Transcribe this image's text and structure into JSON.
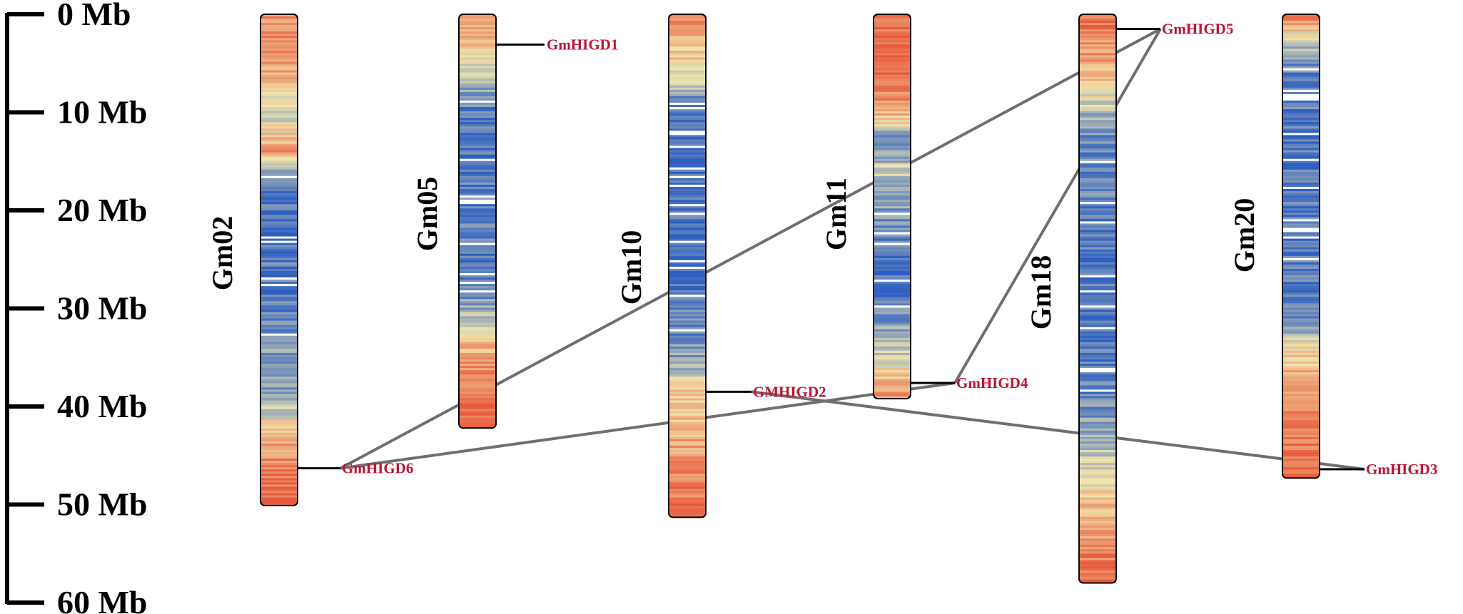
{
  "scale": {
    "max_mb": 60,
    "unit": "Mb",
    "ticks": [
      {
        "value": 0,
        "label": "0 Mb"
      },
      {
        "value": 10,
        "label": "10 Mb"
      },
      {
        "value": 20,
        "label": "20 Mb"
      },
      {
        "value": 30,
        "label": "30 Mb"
      },
      {
        "value": 40,
        "label": "40 Mb"
      },
      {
        "value": 50,
        "label": "50 Mb"
      },
      {
        "value": 60,
        "label": "60 Mb"
      }
    ]
  },
  "chromosomes": [
    {
      "name": "Gm02",
      "length_mb": 50.1,
      "seed": 2,
      "density": [
        [
          0,
          0.8
        ],
        [
          4,
          0.85
        ],
        [
          8,
          0.55
        ],
        [
          11,
          0.45
        ],
        [
          14,
          0.8
        ],
        [
          16,
          0.2
        ],
        [
          19,
          0.08
        ],
        [
          22,
          0.1
        ],
        [
          26,
          0.12
        ],
        [
          30,
          0.1
        ],
        [
          34,
          0.2
        ],
        [
          38,
          0.25
        ],
        [
          41,
          0.45
        ],
        [
          43,
          0.7
        ],
        [
          46,
          0.85
        ],
        [
          50.1,
          0.95
        ]
      ]
    },
    {
      "name": "Gm05",
      "length_mb": 42.2,
      "seed": 5,
      "density": [
        [
          0,
          0.8
        ],
        [
          3,
          0.65
        ],
        [
          5,
          0.5
        ],
        [
          7,
          0.25
        ],
        [
          10,
          0.1
        ],
        [
          15,
          0.08
        ],
        [
          20,
          0.15
        ],
        [
          25,
          0.1
        ],
        [
          30,
          0.25
        ],
        [
          33,
          0.6
        ],
        [
          36,
          0.8
        ],
        [
          39,
          0.9
        ],
        [
          42.2,
          0.95
        ]
      ]
    },
    {
      "name": "Gm10",
      "length_mb": 51.3,
      "seed": 10,
      "density": [
        [
          0,
          0.8
        ],
        [
          3,
          0.65
        ],
        [
          6,
          0.45
        ],
        [
          9,
          0.15
        ],
        [
          14,
          0.05
        ],
        [
          20,
          0.08
        ],
        [
          25,
          0.05
        ],
        [
          30,
          0.12
        ],
        [
          35,
          0.25
        ],
        [
          38,
          0.55
        ],
        [
          42,
          0.65
        ],
        [
          46,
          0.8
        ],
        [
          51.3,
          0.95
        ]
      ]
    },
    {
      "name": "Gm11",
      "length_mb": 39.2,
      "seed": 11,
      "density": [
        [
          0,
          0.95
        ],
        [
          5,
          0.9
        ],
        [
          9,
          0.8
        ],
        [
          11,
          0.55
        ],
        [
          12,
          0.15
        ],
        [
          16,
          0.4
        ],
        [
          20,
          0.2
        ],
        [
          24,
          0.1
        ],
        [
          28,
          0.08
        ],
        [
          32,
          0.25
        ],
        [
          35,
          0.45
        ],
        [
          37,
          0.65
        ],
        [
          39.2,
          0.85
        ]
      ]
    },
    {
      "name": "Gm18",
      "length_mb": 58.0,
      "seed": 18,
      "density": [
        [
          0,
          0.9
        ],
        [
          3,
          0.8
        ],
        [
          7,
          0.6
        ],
        [
          9,
          0.4
        ],
        [
          12,
          0.18
        ],
        [
          20,
          0.12
        ],
        [
          30,
          0.08
        ],
        [
          38,
          0.12
        ],
        [
          42,
          0.25
        ],
        [
          45,
          0.4
        ],
        [
          48,
          0.55
        ],
        [
          51,
          0.7
        ],
        [
          55,
          0.85
        ],
        [
          58,
          0.95
        ]
      ]
    },
    {
      "name": "Gm20",
      "length_mb": 47.3,
      "seed": 20,
      "density": [
        [
          0,
          0.9
        ],
        [
          2,
          0.5
        ],
        [
          5,
          0.15
        ],
        [
          12,
          0.08
        ],
        [
          20,
          0.1
        ],
        [
          28,
          0.12
        ],
        [
          32,
          0.25
        ],
        [
          34,
          0.55
        ],
        [
          37,
          0.7
        ],
        [
          40,
          0.8
        ],
        [
          44,
          0.85
        ],
        [
          47.3,
          0.95
        ]
      ]
    }
  ],
  "genes": [
    {
      "name": "GmHIGD1",
      "chromosome": "Gm05",
      "position_mb": 3.1
    },
    {
      "name": "GMHIGD2",
      "chromosome": "Gm10",
      "position_mb": 38.5
    },
    {
      "name": "GmHIGD3",
      "chromosome": "Gm20",
      "position_mb": 46.4
    },
    {
      "name": "GmHIGD4",
      "chromosome": "Gm11",
      "position_mb": 37.6
    },
    {
      "name": "GmHIGD5",
      "chromosome": "Gm18",
      "position_mb": 1.5
    },
    {
      "name": "GmHIGD6",
      "chromosome": "Gm02",
      "position_mb": 46.3
    }
  ],
  "duplications": [
    [
      "GmHIGD6",
      "GmHIGD5"
    ],
    [
      "GmHIGD6",
      "GmHIGD4"
    ],
    [
      "GMHIGD2",
      "GmHIGD3"
    ],
    [
      "GmHIGD4",
      "GmHIGD5"
    ]
  ],
  "colors": {
    "low": "#2d5fc2",
    "mid": "#f1e6ad",
    "high": "#e8583b",
    "gene_label": "#c8102e",
    "link": "#6f6f6f",
    "axis": "#000000"
  }
}
